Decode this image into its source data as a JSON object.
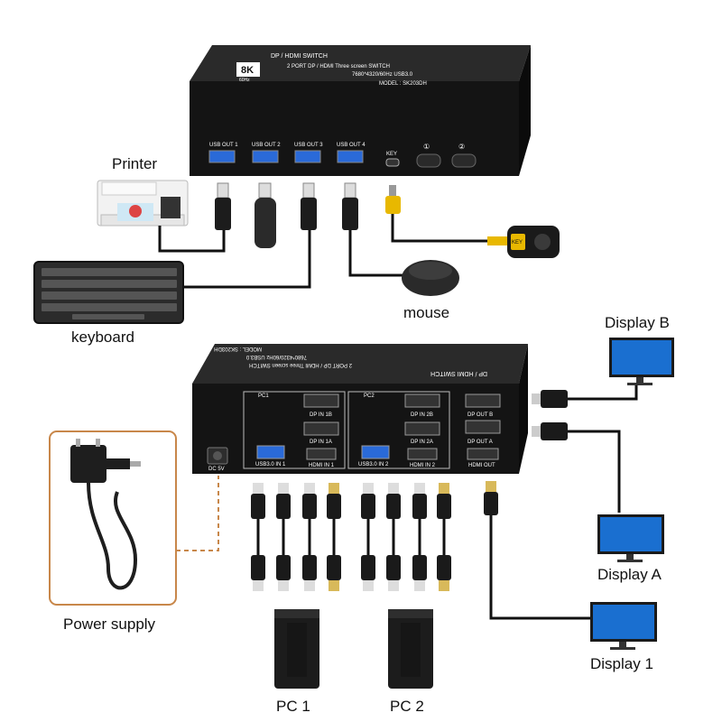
{
  "labels": {
    "printer": "Printer",
    "keyboard": "keyboard",
    "mouse": "mouse",
    "power_supply": "Power supply",
    "display_a": "Display A",
    "display_b": "Display B",
    "display_1": "Display 1",
    "pc1": "PC 1",
    "pc2": "PC 2"
  },
  "switch_top": {
    "header": "DP / HDMI SWITCH",
    "badge_main": "8K",
    "badge_sub": "60Hz",
    "line1": "2 PORT DP / HDMI Three screen SWITCH",
    "line2": "7680*4320/60Hz  USB3.0",
    "model": "MODEL : SK203DH",
    "ports": [
      "USB OUT 1",
      "USB OUT 2",
      "USB OUT 3",
      "USB OUT 4"
    ],
    "key_label": "KEY",
    "btn1": "①",
    "btn2": "②"
  },
  "switch_rear": {
    "header": "DP / HDMI SWITCH",
    "line1": "2 PORT DP / HDMI Three screen SWITCH",
    "line2": "7680*4320/60Hz  USB3.0",
    "model": "MODEL : SK203DH",
    "dc": "DC 5V",
    "pc1_group": "PC1",
    "pc2_group": "PC2",
    "pc1_dp_1b": "DP IN 1B",
    "pc1_dp_1a": "DP IN 1A",
    "pc1_usb": "USB3.0 IN 1",
    "pc1_hdmi": "HDMI IN 1",
    "pc2_dp_2b": "DP IN 2B",
    "pc2_dp_2a": "DP IN 2A",
    "pc2_usb": "USB3.0 IN 2",
    "pc2_hdmi": "HDMI IN 2",
    "dp_out_b": "DP OUT B",
    "dp_out_a": "DP OUT A",
    "hdmi_out": "HDMI OUT"
  },
  "remote_key": "KEY",
  "colors": {
    "device": "#151515",
    "cable": "#111111",
    "screen": "#1a6fd0",
    "power_border": "#c8874a",
    "key_cable": "#e8b800"
  }
}
